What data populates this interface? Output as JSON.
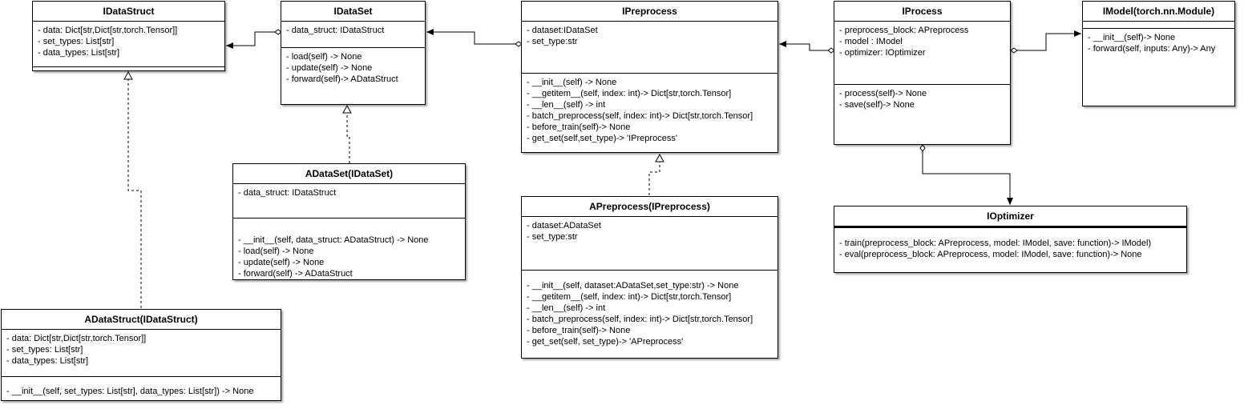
{
  "classes": {
    "idatastruct": {
      "name": "IDataStruct",
      "attributes": [
        "- data: Dict[str,Dict[str,torch.Tensor]]",
        "- set_types: List[str]",
        "- data_types: List[str]"
      ],
      "methods": []
    },
    "idataset": {
      "name": "IDataSet",
      "attributes": [
        "- data_struct: IDataStruct"
      ],
      "methods": [
        "- load(self) -> None",
        "- update(self) -> None",
        "- forward(self)-> ADataStruct"
      ]
    },
    "ipreprocess": {
      "name": "IPreprocess",
      "attributes": [
        "- dataset:IDataSet",
        "- set_type:str"
      ],
      "methods": [
        "- __init__(self) -> None",
        "- __getitem__(self, index: int)-> Dict[str,torch.Tensor]",
        "- __len__(self) -> int",
        "- batch_preprocess(self, index: int)-> Dict[str,torch.Tensor]",
        "- before_train(self)-> None",
        "- get_set(self,set_type)-> 'IPreprocess'"
      ]
    },
    "iprocess": {
      "name": "IProcess",
      "attributes": [
        "- preprocess_block: APreprocess",
        "- model : IModel",
        "- optimizer: IOptimizer"
      ],
      "methods": [
        "- process(self)-> None",
        "- save(self)-> None"
      ]
    },
    "imodel": {
      "name": "IModel(torch.nn.Module)",
      "attributes": [],
      "methods": [
        "- __init__(self)-> None",
        "- forward(self, inputs: Any)-> Any"
      ]
    },
    "adataset": {
      "name": "ADataSet(IDataSet)",
      "attributes": [
        "- data_struct: IDataStruct"
      ],
      "methods": [
        "- __init__(self, data_struct: ADataStruct) -> None",
        "- load(self) -> None",
        "- update(self) -> None",
        "- forward(self) -> ADataStruct"
      ]
    },
    "apreprocess": {
      "name": "APreprocess(IPreprocess)",
      "attributes": [
        "- dataset:ADataSet",
        "- set_type:str"
      ],
      "methods": [
        "- __init__(self, dataset:ADataSet,set_type:str) -> None",
        "- __getitem__(self, index: int)-> Dict[str,torch.Tensor]",
        "- __len__(self) -> int",
        "- batch_preprocess(self, index: int)-> Dict[str,torch.Tensor]",
        "- before_train(self)-> None",
        "- get_set(self, set_type)-> 'APreprocess'"
      ]
    },
    "ioptimizer": {
      "name": "IOptimizer",
      "attributes": [
        "- train(preprocess_block: APreprocess, model: IModel, save: function)-> IModel)",
        "- eval(preprocess_block: APreprocess, model: IModel, save: function)-> None"
      ],
      "methods": []
    },
    "adatastruct": {
      "name": "ADataStruct(IDataStruct)",
      "attributes": [
        "- data: Dict[str,Dict[str,torch.Tensor]]",
        "- set_types: List[str]",
        "- data_types: List[str]"
      ],
      "methods": [
        "- __init__(self, set_types: List[str], data_types: List[str]) -> None"
      ]
    }
  }
}
